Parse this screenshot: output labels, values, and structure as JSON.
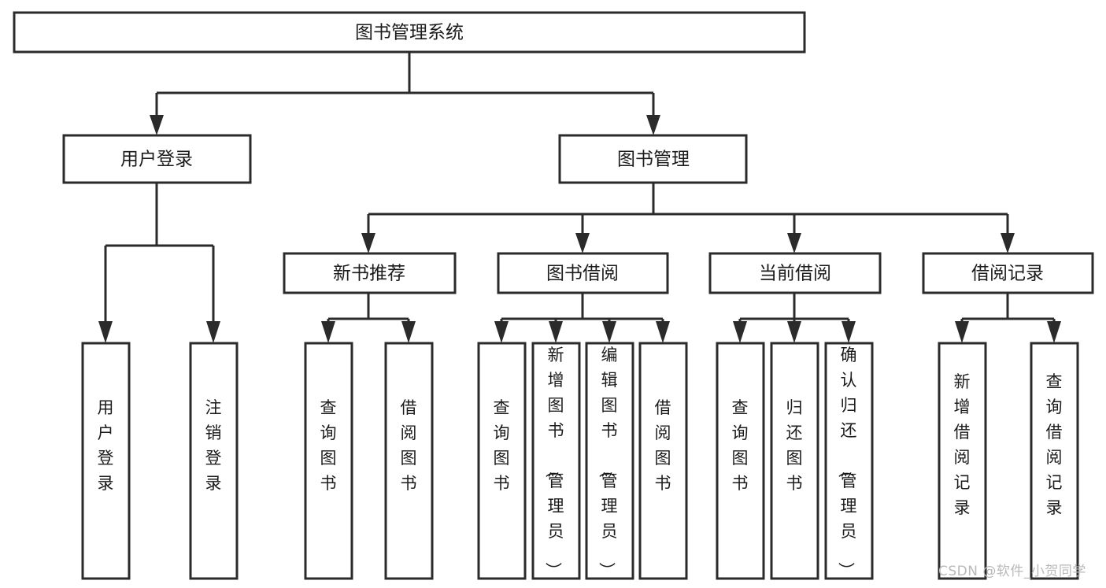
{
  "diagram": {
    "type": "tree-hierarchy",
    "title": "图书管理系统",
    "watermark": "CSDN @软件_小贺同学",
    "colors": {
      "box_fill": "#ffffff",
      "box_stroke": "#2b2b2b",
      "text": "#1b1b1b",
      "connector": "#2b2b2b",
      "watermark": "#b9b9b9",
      "background": "#ffffff"
    },
    "levels": {
      "level1": {
        "label": "root"
      },
      "level2": {
        "label": "modules"
      },
      "level3": {
        "label": "sub-modules"
      },
      "level4": {
        "label": "functions"
      }
    },
    "nodes": {
      "root": {
        "label": "图书管理系统",
        "orientation": "horizontal"
      },
      "user_login": {
        "label": "用户登录",
        "orientation": "horizontal"
      },
      "book_manage": {
        "label": "图书管理",
        "orientation": "horizontal"
      },
      "new_book_rec": {
        "label": "新书推荐",
        "orientation": "horizontal"
      },
      "book_borrow": {
        "label": "图书借阅",
        "orientation": "horizontal"
      },
      "current_borrow": {
        "label": "当前借阅",
        "orientation": "horizontal"
      },
      "borrow_record": {
        "label": "借阅记录",
        "orientation": "horizontal"
      },
      "leaf_user_login": {
        "label": "用户登录",
        "orientation": "vertical"
      },
      "leaf_logout": {
        "label": "注销登录",
        "orientation": "vertical"
      },
      "leaf_query_book_1": {
        "label": "查询图书",
        "orientation": "vertical"
      },
      "leaf_borrow_book_1": {
        "label": "借阅图书",
        "orientation": "vertical"
      },
      "leaf_query_book_2": {
        "label": "查询图书",
        "orientation": "vertical"
      },
      "leaf_add_book": {
        "label": "新增图书（管理员）",
        "orientation": "vertical"
      },
      "leaf_edit_book": {
        "label": "编辑图书（管理员）",
        "orientation": "vertical"
      },
      "leaf_borrow_book_2": {
        "label": "借阅图书",
        "orientation": "vertical"
      },
      "leaf_query_book_3": {
        "label": "查询图书",
        "orientation": "vertical"
      },
      "leaf_return_book": {
        "label": "归还图书",
        "orientation": "vertical"
      },
      "leaf_confirm_return": {
        "label": "确认归还（管理员）",
        "orientation": "vertical"
      },
      "leaf_add_record": {
        "label": "新增借阅记录",
        "orientation": "vertical"
      },
      "leaf_query_record": {
        "label": "查询借阅记录",
        "orientation": "vertical"
      }
    },
    "edges": [
      {
        "from": "root",
        "to": "user_login"
      },
      {
        "from": "root",
        "to": "book_manage"
      },
      {
        "from": "user_login",
        "to": "leaf_user_login"
      },
      {
        "from": "user_login",
        "to": "leaf_logout"
      },
      {
        "from": "book_manage",
        "to": "new_book_rec"
      },
      {
        "from": "book_manage",
        "to": "book_borrow"
      },
      {
        "from": "book_manage",
        "to": "current_borrow"
      },
      {
        "from": "book_manage",
        "to": "borrow_record"
      },
      {
        "from": "new_book_rec",
        "to": "leaf_query_book_1"
      },
      {
        "from": "new_book_rec",
        "to": "leaf_borrow_book_1"
      },
      {
        "from": "book_borrow",
        "to": "leaf_query_book_2"
      },
      {
        "from": "book_borrow",
        "to": "leaf_add_book"
      },
      {
        "from": "book_borrow",
        "to": "leaf_edit_book"
      },
      {
        "from": "book_borrow",
        "to": "leaf_borrow_book_2"
      },
      {
        "from": "current_borrow",
        "to": "leaf_query_book_3"
      },
      {
        "from": "current_borrow",
        "to": "leaf_return_book"
      },
      {
        "from": "current_borrow",
        "to": "leaf_confirm_return"
      },
      {
        "from": "borrow_record",
        "to": "leaf_add_record"
      },
      {
        "from": "borrow_record",
        "to": "leaf_query_record"
      }
    ]
  }
}
